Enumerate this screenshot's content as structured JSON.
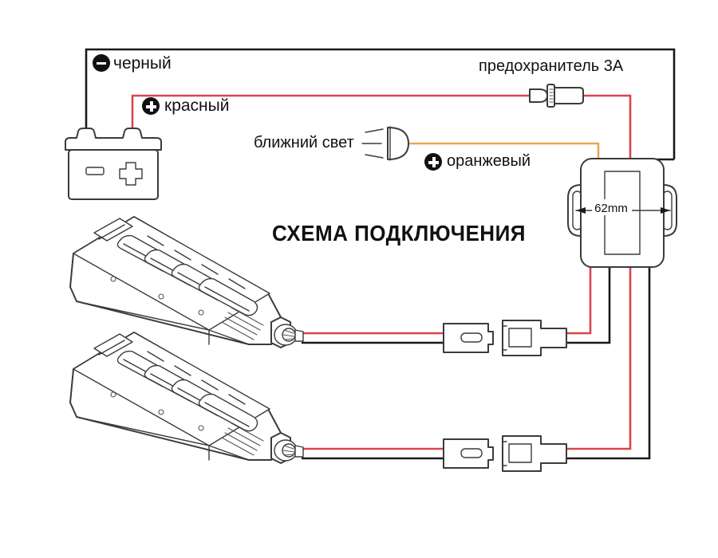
{
  "diagram": {
    "title": "СХЕМА ПОДКЛЮЧЕНИЯ",
    "labels": {
      "black_wire": "черный",
      "red_wire": "красный",
      "fuse": "предохранитель 3А",
      "low_beam": "ближний свет",
      "orange_wire": "оранжевый",
      "relay_dimension": "62mm"
    },
    "badges": {
      "minus_symbol": "−",
      "plus_symbol": "+"
    },
    "colors": {
      "wire_black": "#1a1a1a",
      "wire_red": "#d9454f",
      "wire_orange": "#e8a855",
      "outline": "#3b3b3b",
      "text": "#111111"
    },
    "components": [
      {
        "name": "battery",
        "terminals": [
          "−",
          "+"
        ]
      },
      {
        "name": "inline-fuse",
        "rating": "3А"
      },
      {
        "name": "headlamp",
        "label": "ближний свет"
      },
      {
        "name": "relay-box",
        "dimension": "62mm"
      },
      {
        "name": "led-light-bar-upper"
      },
      {
        "name": "led-light-bar-lower"
      },
      {
        "name": "connector-pair-upper"
      },
      {
        "name": "connector-pair-lower"
      }
    ]
  }
}
